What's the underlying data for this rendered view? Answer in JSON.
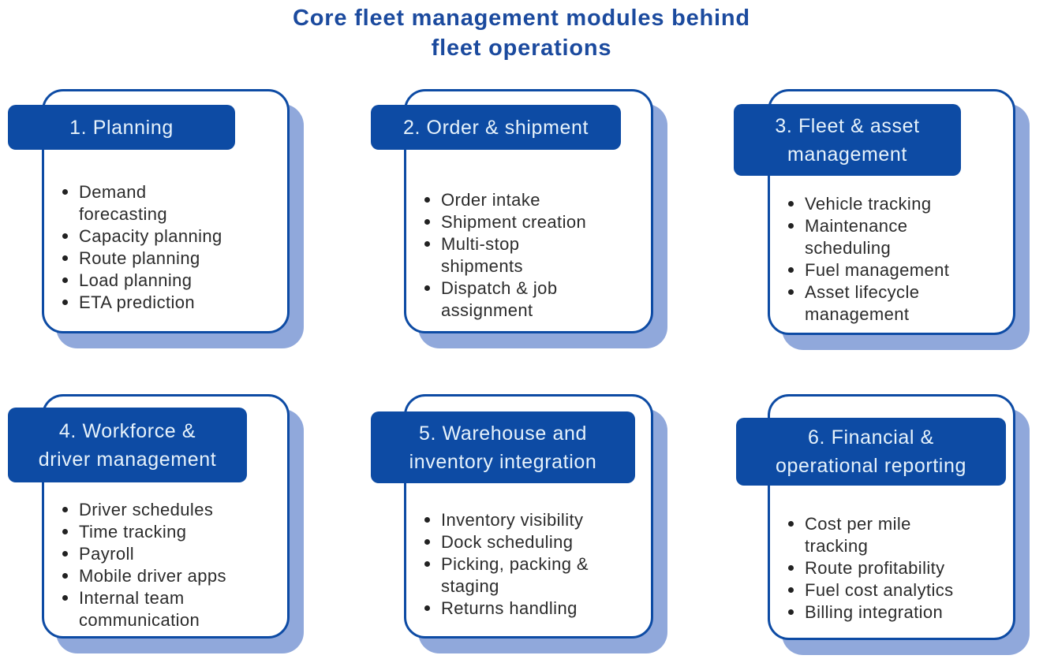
{
  "title": {
    "line1": "Core fleet management modules behind",
    "line2": "fleet operations"
  },
  "colors": {
    "primary_blue": "#0d4ba4",
    "shadow_blue": "#90a8db",
    "title_blue": "#1b4a9e",
    "badge_text": "#e6f2fb",
    "body_text": "#2b2b2b",
    "background": "#ffffff"
  },
  "cards": [
    {
      "header": "1. Planning",
      "items": [
        "Demand\nforecasting",
        "Capacity planning",
        "Route planning",
        "Load planning",
        "ETA prediction"
      ]
    },
    {
      "header": "2. Order & shipment",
      "items": [
        "Order intake",
        "Shipment creation",
        "Multi-stop\nshipments",
        "Dispatch & job\nassignment"
      ]
    },
    {
      "header": "3. Fleet & asset\nmanagement",
      "items": [
        "Vehicle tracking",
        "Maintenance\nscheduling",
        "Fuel management",
        "Asset lifecycle\nmanagement"
      ]
    },
    {
      "header": "4. Workforce &\ndriver management",
      "items": [
        "Driver schedules",
        "Time tracking",
        "Payroll",
        "Mobile driver apps",
        "Internal team\ncommunication"
      ]
    },
    {
      "header": "5. Warehouse and\ninventory integration",
      "items": [
        "Inventory visibility",
        "Dock scheduling",
        "Picking, packing &\nstaging",
        "Returns handling"
      ]
    },
    {
      "header": "6. Financial &\noperational reporting",
      "items": [
        "Cost per mile\ntracking",
        "Route profitability",
        "Fuel cost analytics",
        "Billing integration"
      ]
    }
  ]
}
